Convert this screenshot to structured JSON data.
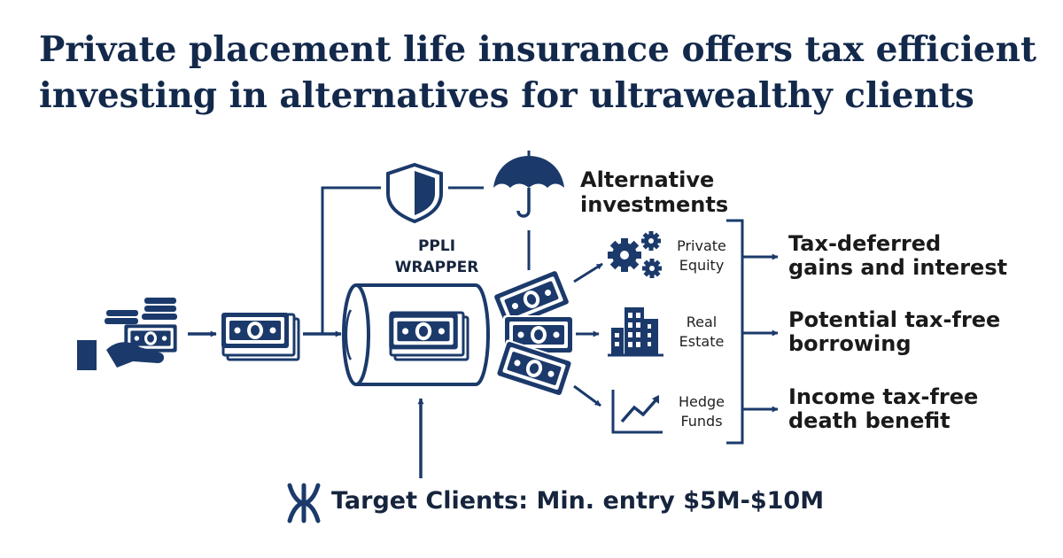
{
  "title": {
    "line1": "Private placement life insurance offers tax efficient",
    "line2": "investing in alternatives for ultrawealthy clients"
  },
  "wrapper": {
    "line1": "PPLI",
    "line2": "WRAPPER"
  },
  "alternatives": {
    "line1": "Alternative",
    "line2": "investments",
    "items": [
      {
        "line1": "Private",
        "line2": "Equity",
        "icon": "gears-icon"
      },
      {
        "line1": "Real",
        "line2": "Estate",
        "icon": "buildings-icon"
      },
      {
        "line1": "Hedge",
        "line2": "Funds",
        "icon": "trend-chart-icon"
      }
    ]
  },
  "benefits": [
    {
      "line1": "Tax-deferred",
      "line2": "gains and interest"
    },
    {
      "line1": "Potential tax-free",
      "line2": "borrowing"
    },
    {
      "line1": "Income tax-free",
      "line2": "death benefit"
    }
  ],
  "target": {
    "label": "Target Clients: Min. entry $5M-$10M",
    "icon": "target-clients-icon"
  },
  "colors": {
    "navy": "#1b3a6b",
    "dark": "#13294b",
    "white": "#ffffff"
  }
}
